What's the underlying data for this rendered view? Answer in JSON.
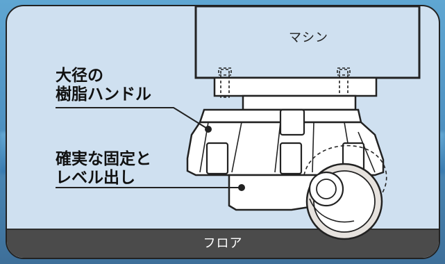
{
  "labels": {
    "machine": "マシン",
    "handle_line1": "大径の",
    "handle_line2": "樹脂ハンドル",
    "level_line1": "確実な固定と",
    "level_line2": "レベル出し",
    "floor": "フロア"
  },
  "colors": {
    "panel_bg": "#cfe0f0",
    "outline": "#222222",
    "machine_fill": "#cfe0f0",
    "caster_fill": "#ffffff",
    "caster_shade": "#e8ecf2",
    "floor_fill": "#4b4b4b",
    "floor_text": "#ffffff",
    "sky_blue": "#5fa6d2"
  }
}
